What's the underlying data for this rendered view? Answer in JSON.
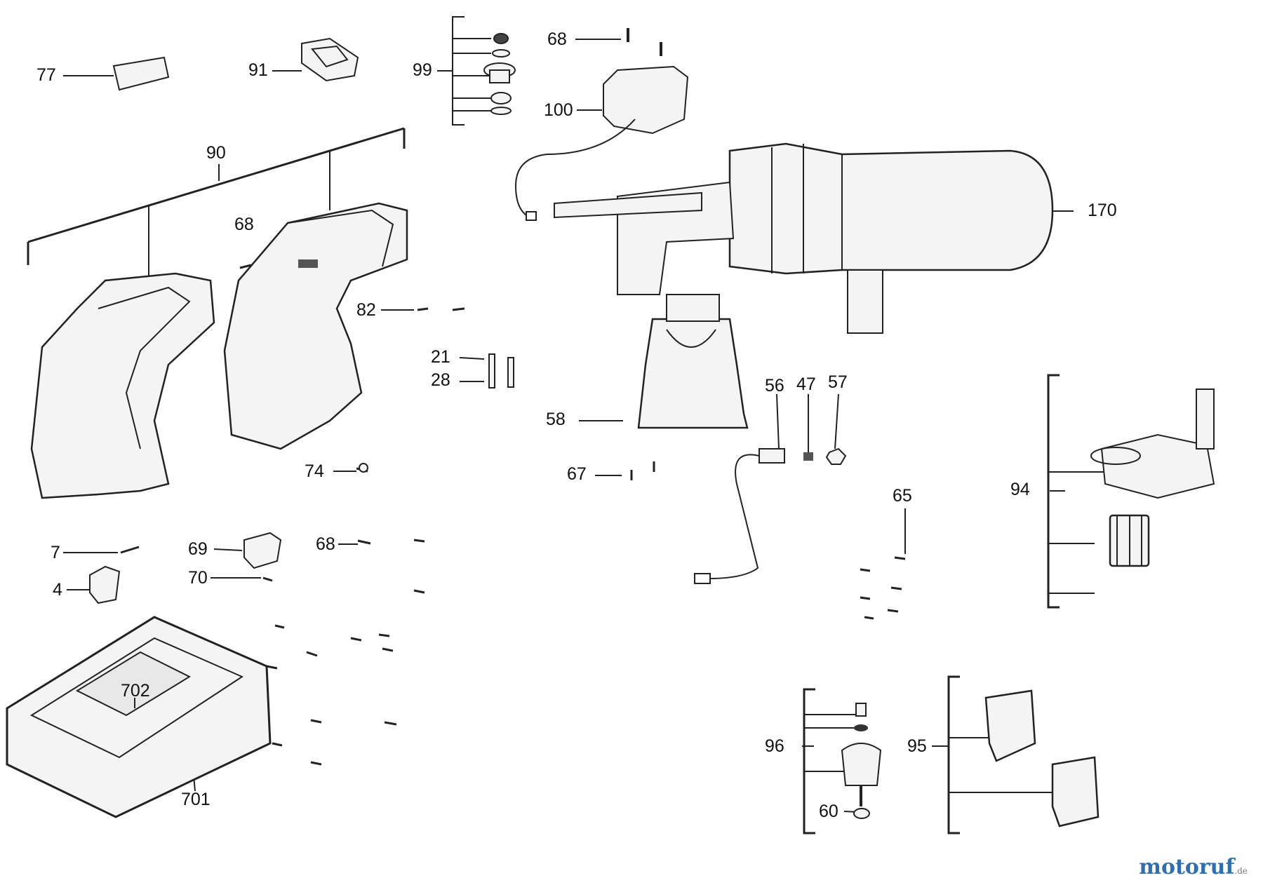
{
  "labels": {
    "l77": "77",
    "l91": "91",
    "l99": "99",
    "l68a": "68",
    "l100": "100",
    "l90": "90",
    "l68b": "68",
    "l82": "82",
    "l21": "21",
    "l28": "28",
    "l170": "170",
    "l58": "58",
    "l56": "56",
    "l47": "47",
    "l57": "57",
    "l67": "67",
    "l74": "74",
    "l65": "65",
    "l94": "94",
    "l7": "7",
    "l69": "69",
    "l68c": "68",
    "l70": "70",
    "l4": "4",
    "l702": "702",
    "l701": "701",
    "l96": "96",
    "l60": "60",
    "l95": "95"
  },
  "watermark": {
    "brand": "motoruf",
    "tld": ".de"
  },
  "colors": {
    "line": "#222222",
    "part_fill": "#f4f4f4",
    "shade": "#cfcfcf",
    "brand": "#2f6fb0"
  }
}
